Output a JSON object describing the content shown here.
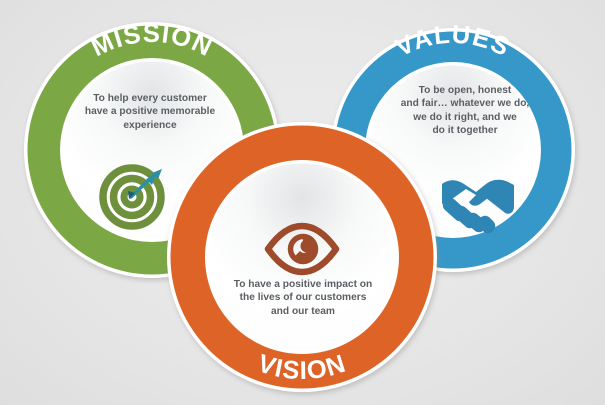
{
  "diagram": {
    "type": "venn-rings",
    "background_color": "#e7e7e7",
    "rings": [
      {
        "id": "mission",
        "title": "MISSION",
        "color": "#7CA745",
        "body": "To help every customer\nhave a positive memorable\nexperience",
        "icon": "target-icon",
        "icon_color": "#6E8F3C",
        "accent_color": "#2C8FA8",
        "z_order": 1
      },
      {
        "id": "values",
        "title": "VALUES",
        "color": "#3498C8",
        "body": "To be open, honest\nand fair… whatever we do,\nwe do it right, and we\ndo it together",
        "icon": "handshake-icon",
        "icon_color": "#2F86B4",
        "z_order": 2
      },
      {
        "id": "vision",
        "title": "VISION",
        "color": "#DD6427",
        "body": "To have a positive impact on\nthe lives of our customers\nand our team",
        "icon": "eye-icon",
        "icon_color": "#9E4B2C",
        "z_order": 3
      }
    ],
    "text_color": "#5b5f63",
    "ring_separator_color": "#ffffff",
    "inner_circle_color": "#ffffff"
  }
}
